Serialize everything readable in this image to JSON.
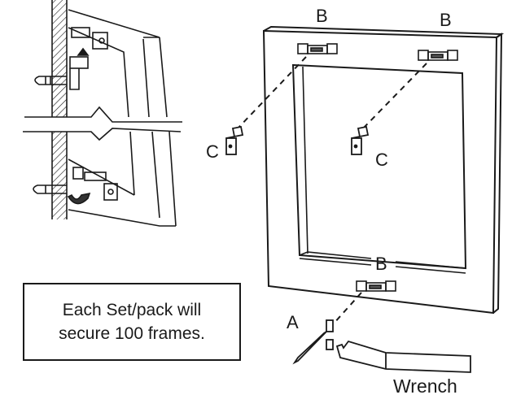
{
  "labels": {
    "b_top_left": "B",
    "b_top_right": "B",
    "b_bottom": "B",
    "c_left": "C",
    "c_center": "C",
    "a": "A",
    "wrench": "Wrench"
  },
  "caption": {
    "line1": "Each Set/pack will",
    "line2": "secure 100 frames."
  },
  "colors": {
    "ink": "#1a1a1a",
    "paper": "#ffffff"
  }
}
